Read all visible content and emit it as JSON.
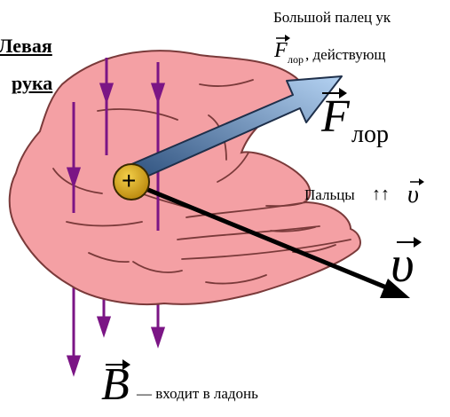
{
  "title_line1": "Левая",
  "title_line2": "рука",
  "thumb_text": "Большой палец ук",
  "force_text_suffix": ", действующ",
  "force_symbol": "F",
  "force_sub": "лор",
  "fingers_text": "Пальцы",
  "fingers_arrows": "↑↑",
  "velocity_symbol": "υ",
  "charge_sign": "+",
  "b_symbol": "B",
  "b_text": "— входит в ладонь",
  "colors": {
    "hand_fill": "#f4a0a4",
    "hand_outline": "#7a3a3a",
    "field_lines": "#7b1585",
    "force_arrow_start": "#2c4f7c",
    "force_arrow_end": "#a9c9ee",
    "charge_fill": "#d6a40a",
    "velocity_arrow": "#000000"
  },
  "icons": [
    "field-line-arrow-icon",
    "charge-plus-icon",
    "vector-arrow-icon"
  ]
}
